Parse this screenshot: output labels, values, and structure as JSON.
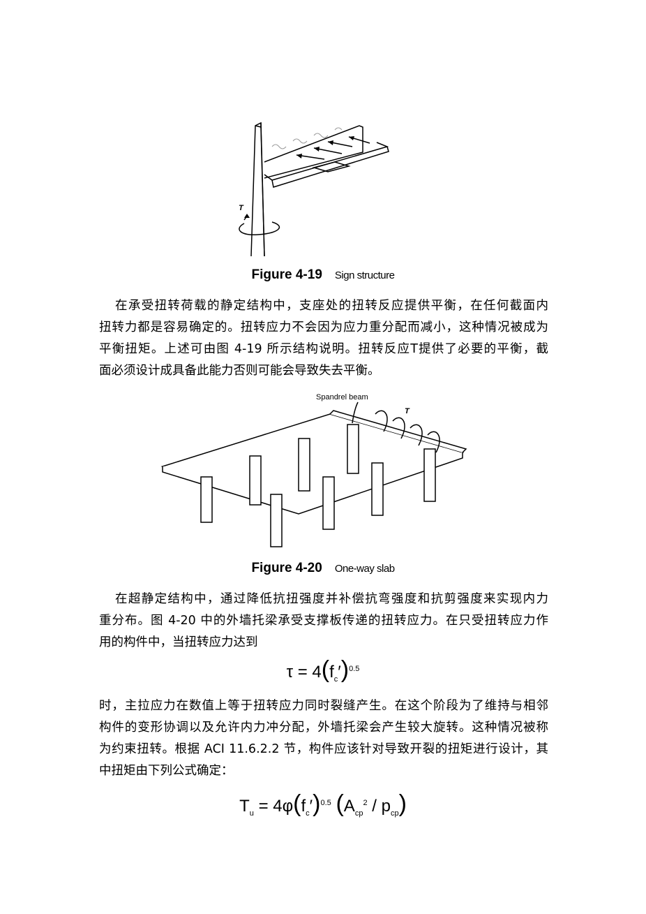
{
  "figure1": {
    "number": "Figure 4-19",
    "title": "Sign structure",
    "torque_label": "T"
  },
  "paragraph1": {
    "lines": [
      "在承受扭转荷载的静定结构中，支座处的扭转反应提供平衡，在任何截面内",
      "扭转力都是容易确定的。扭转应力不会因为应力重分配而减小，这种情况被成为",
      "平衡扭矩。上述可由图 4-19 所示结构说明。扭转反应T提供了必要的平衡，截",
      "面必须设计成具备此能力否则可能会导致失去平衡。"
    ]
  },
  "figure2": {
    "number": "Figure 4-20",
    "title": "One-way slab",
    "beam_label": "Spandrel beam",
    "torque_label": "T"
  },
  "paragraph2": {
    "lines": [
      "在超静定结构中，通过降低抗扭强度并补偿抗弯强度和抗剪强度来实现内力",
      "重分布。图 4-20 中的外墙托梁承受支撑板传递的扭转应力。在只受扭转应力作",
      "用的构件中，当扭转应力达到"
    ]
  },
  "formula1": {
    "lhs": "τ = 4",
    "base": "f",
    "sub": "c",
    "prime": "′",
    "exp": "0.5"
  },
  "paragraph3": {
    "lines": [
      "时，主拉应力在数值上等于扭转应力同时裂缝产生。在这个阶段为了维持与相邻",
      "构件的变形协调以及允许内力冲分配，外墙托梁会产生较大旋转。这种情况被称",
      "为约束扭转。根据 ACI 11.6.2.2 节，构件应该针对导致开裂的扭矩进行设计，其",
      "中扭矩由下列公式确定："
    ]
  },
  "formula2": {
    "T": "T",
    "T_sub": "u",
    "coef": "= 4φ",
    "base": "f",
    "sub": "c",
    "prime": "′",
    "exp": "0.5",
    "A": "A",
    "A_sub": "cp",
    "A_exp": "2",
    "slash": " / ",
    "p": "p",
    "p_sub": "cp"
  }
}
